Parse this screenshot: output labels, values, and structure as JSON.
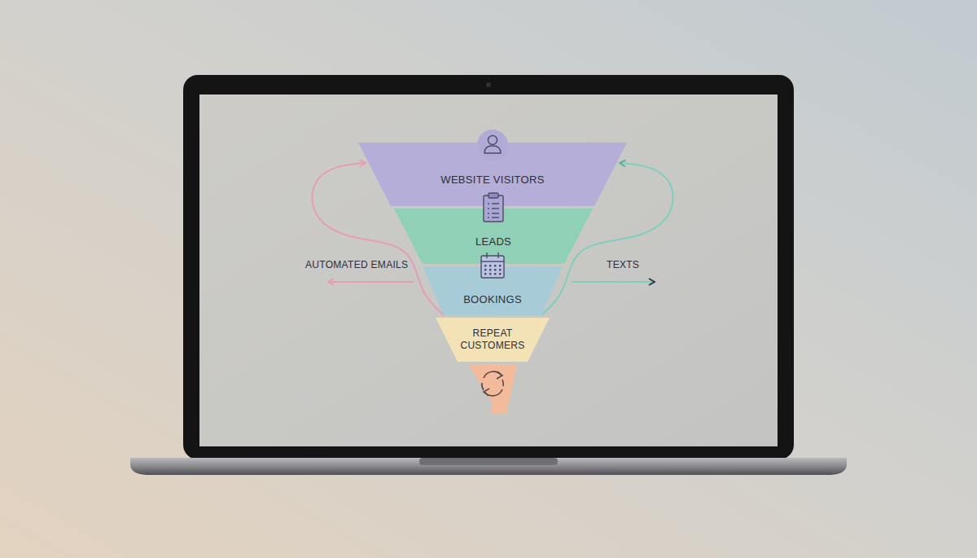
{
  "diagram": {
    "nodes": [
      {
        "text": [
          "WEBSITE VISITORS"
        ]
      },
      {
        "text": [
          "LEADS"
        ]
      },
      {
        "text": [
          "BOOKINGS"
        ]
      },
      {
        "text": [
          "REPEAT CUSTOMERS"
        ]
      }
    ],
    "edges": [
      {
        "from": 2,
        "to": 0,
        "arrow": "to"
      },
      {
        "from": 2,
        "to": 0,
        "arrow": "to"
      }
    ],
    "labels": [
      "AUTOMATED EMAILS",
      "TEXTS"
    ]
  }
}
